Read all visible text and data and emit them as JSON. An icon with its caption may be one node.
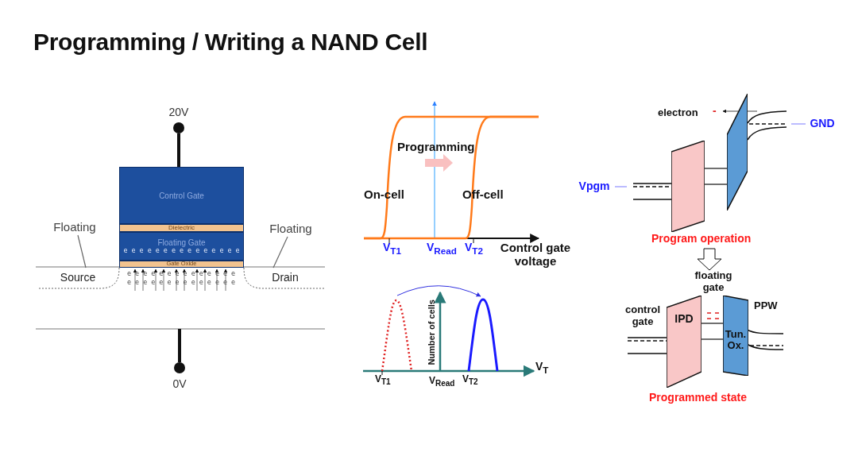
{
  "diagram": {
    "title": "Programming / Writing a NAND Cell",
    "nodes": [
      {
        "text": [
          "Control Gate"
        ]
      },
      {
        "text": [
          "Dielectric"
        ]
      },
      {
        "text": [
          "Floating Gate",
          "e e e e e e e e e e e e e e e"
        ]
      },
      {
        "text": [
          "Gate Oxide"
        ]
      },
      {
        "text": [
          "Floating"
        ]
      },
      {
        "text": [
          "Source"
        ]
      },
      {
        "text": [
          "Floating"
        ]
      },
      {
        "text": [
          "Drain"
        ]
      },
      {
        "text": [],
        "shape": "circle",
        "beside": [
          "20V"
        ]
      },
      {
        "text": [],
        "shape": "circle",
        "beside": [
          "0V"
        ]
      },
      {
        "text": [
          "IPD"
        ]
      },
      {
        "text": [
          "Tun. Ox."
        ]
      },
      {
        "text": [
          "Vpgm"
        ]
      },
      {
        "text": [
          "GND"
        ]
      },
      {
        "text": [],
        "shape": "trapezoid"
      },
      {
        "text": [],
        "shape": "parallelogram"
      }
    ],
    "edges": [
      {
        "from": 4,
        "to": 5,
        "arrow": "none"
      },
      {
        "from": 6,
        "to": 7,
        "arrow": "none"
      },
      {
        "from": 8,
        "to": 0,
        "arrow": "none",
        "style": "thick"
      },
      {
        "from": 9,
        "to": null,
        "arrow": "none",
        "style": "thick"
      },
      {
        "from": 12,
        "to": null,
        "arrow": "none",
        "color": "#8f8fff"
      },
      {
        "from": 13,
        "to": null,
        "arrow": "none",
        "color": "#8f8fff"
      },
      {
        "from": 14,
        "to": 15,
        "arrow": "none",
        "color": "#111111"
      },
      {
        "from": 14,
        "to": 15,
        "arrow": "none",
        "color": "#111111"
      },
      {
        "from": 10,
        "to": 11,
        "arrow": "none",
        "color": "#111111"
      },
      {
        "from": 10,
        "to": 11,
        "arrow": "none",
        "color": "#111111"
      }
    ],
    "labels": [
      "Programming",
      "On-cell",
      "Off-cell",
      "V$_{T1}$",
      "V$_{Read}$",
      "V$_{T2}$",
      "Control gate voltage",
      "Number of cells",
      "V$_{T}$",
      "V$_{T1}$",
      "V$_{Read}$",
      "V$_{T2}$",
      "electron",
      "-",
      "Program operation",
      "floating gate",
      "control gate",
      "PPW",
      "Programmed state",
      "e e e e e e e e e e e e e e",
      "e e e e e e e e e e e e e e"
    ]
  }
}
